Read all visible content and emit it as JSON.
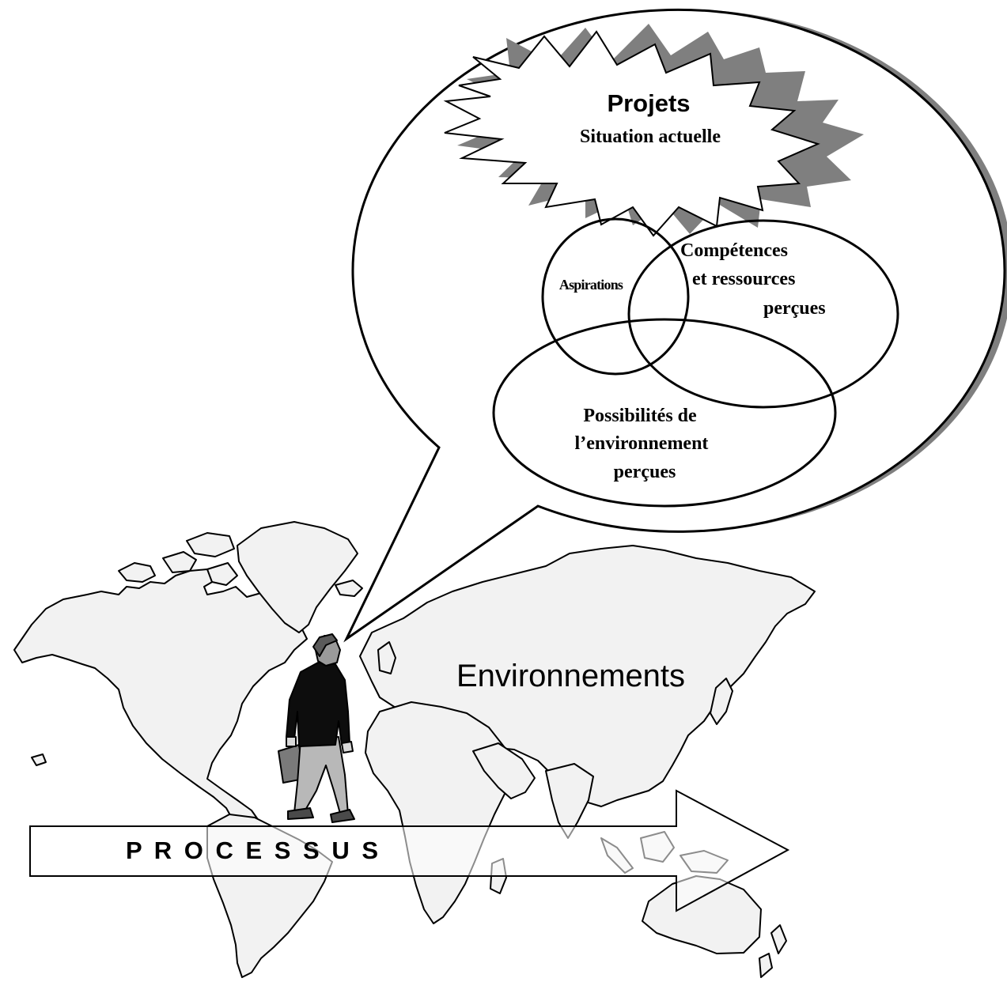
{
  "diagram": {
    "projects_title": "Projets",
    "projects_subtitle": "Situation actuelle",
    "aspirations": "Aspirations",
    "competences": [
      "Compétences",
      "et ressources",
      "perçues"
    ],
    "possibilities": [
      "Possibilités de",
      "l’environnement",
      "perçues"
    ],
    "environments": "Environnements",
    "process": "P R O C E S S U S"
  },
  "colors": {
    "line": "#000000",
    "shadow": "#7f7f7f",
    "land": "#f2f2f2",
    "jacket": "#0d0d0d",
    "trousers": "#b8b8b8",
    "skin": "#9a9a9a"
  },
  "icons": {
    "map": "world-map-icon",
    "person": "walking-businessman-icon"
  }
}
